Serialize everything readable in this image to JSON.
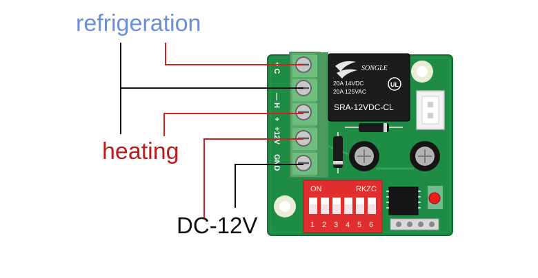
{
  "labels": {
    "refrigeration": "refrigeration",
    "heating": "heating",
    "dc": "DC-12V"
  },
  "terminal_labels": [
    "+ C",
    "— H",
    "+",
    "+12V",
    "GND"
  ],
  "relay": {
    "brand": "SONGLE",
    "line1": "20A 14VDC",
    "line2": "20A 125VAC",
    "model": "SRA-12VDC-CL"
  },
  "dip_switch": {
    "on_label": "ON",
    "code": "RKZC",
    "numbers": [
      "1",
      "2",
      "3",
      "4",
      "5",
      "6"
    ]
  },
  "colors": {
    "refrigeration": "#6a8fd8",
    "heating": "#b81c1c",
    "dc": "#111111",
    "wire_red": "#d21f1f",
    "wire_black": "#111111",
    "pcb": "#1f8c46",
    "terminal": "#5aa86c",
    "dip": "#e02d2d"
  }
}
